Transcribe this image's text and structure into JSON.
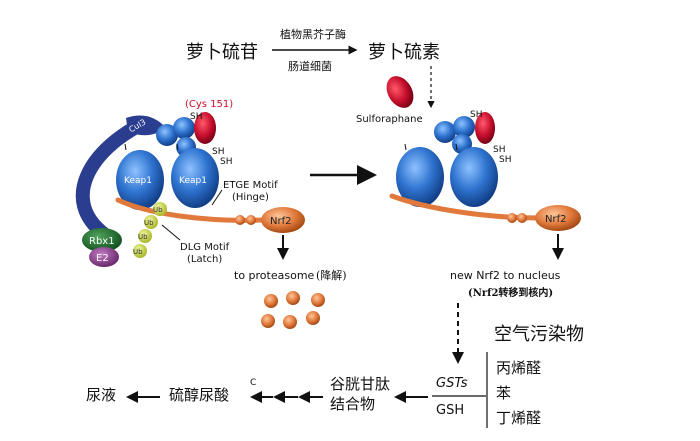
{
  "top": {
    "precursor": "萝卜硫苷",
    "enzyme": "植物黑芥子酶",
    "bacteria": "肠道细菌",
    "product": "萝卜硫素"
  },
  "left_complex": {
    "cys": "(Cys 151)",
    "sh1": "SH",
    "sh2": "SH",
    "sh3": "SH",
    "cul3": "Cul3",
    "keap1_a": "Keap1",
    "keap1_b": "Keap1",
    "rbx1": "Rbx1",
    "e2": "E2",
    "ub": "Ub",
    "etge": "ETGE Motif",
    "hinge": "(Hinge)",
    "dlg": "DLG Motif",
    "latch": "(Latch)",
    "nrf2": "Nrf2",
    "proteasome": "to proteasome",
    "degrade": "(降解)"
  },
  "right_complex": {
    "sulforaphane": "Sulforaphane",
    "sh1": "SH",
    "sh2": "SH",
    "sh3": "SH",
    "nrf2": "Nrf2",
    "nucleus": "new Nrf2 to nucleus",
    "nucleus_cn": "(Nrf2转移到核内)"
  },
  "bottom": {
    "air_title": "空气污染物",
    "pollutants": [
      "丙烯醛",
      "苯",
      "丁烯醛"
    ],
    "gsts": "GSTs",
    "gsh": "GSH",
    "conjugate_l1": "谷胱甘肽",
    "conjugate_l2": "结合物",
    "mercapturic": "硫醇尿酸",
    "urine": "尿液",
    "c_mark": "C"
  },
  "colors": {
    "keap1": "#2f74d0",
    "sulforaphane_red": "#c8102e",
    "nrf2_orange": "#e0793b",
    "cul3_navy": "#2a3d8f",
    "rbx1_green": "#1f6b2a",
    "e2_purple": "#8a3c8c",
    "ub_yellow": "#c9d43a",
    "cys_red": "#c8102e"
  }
}
